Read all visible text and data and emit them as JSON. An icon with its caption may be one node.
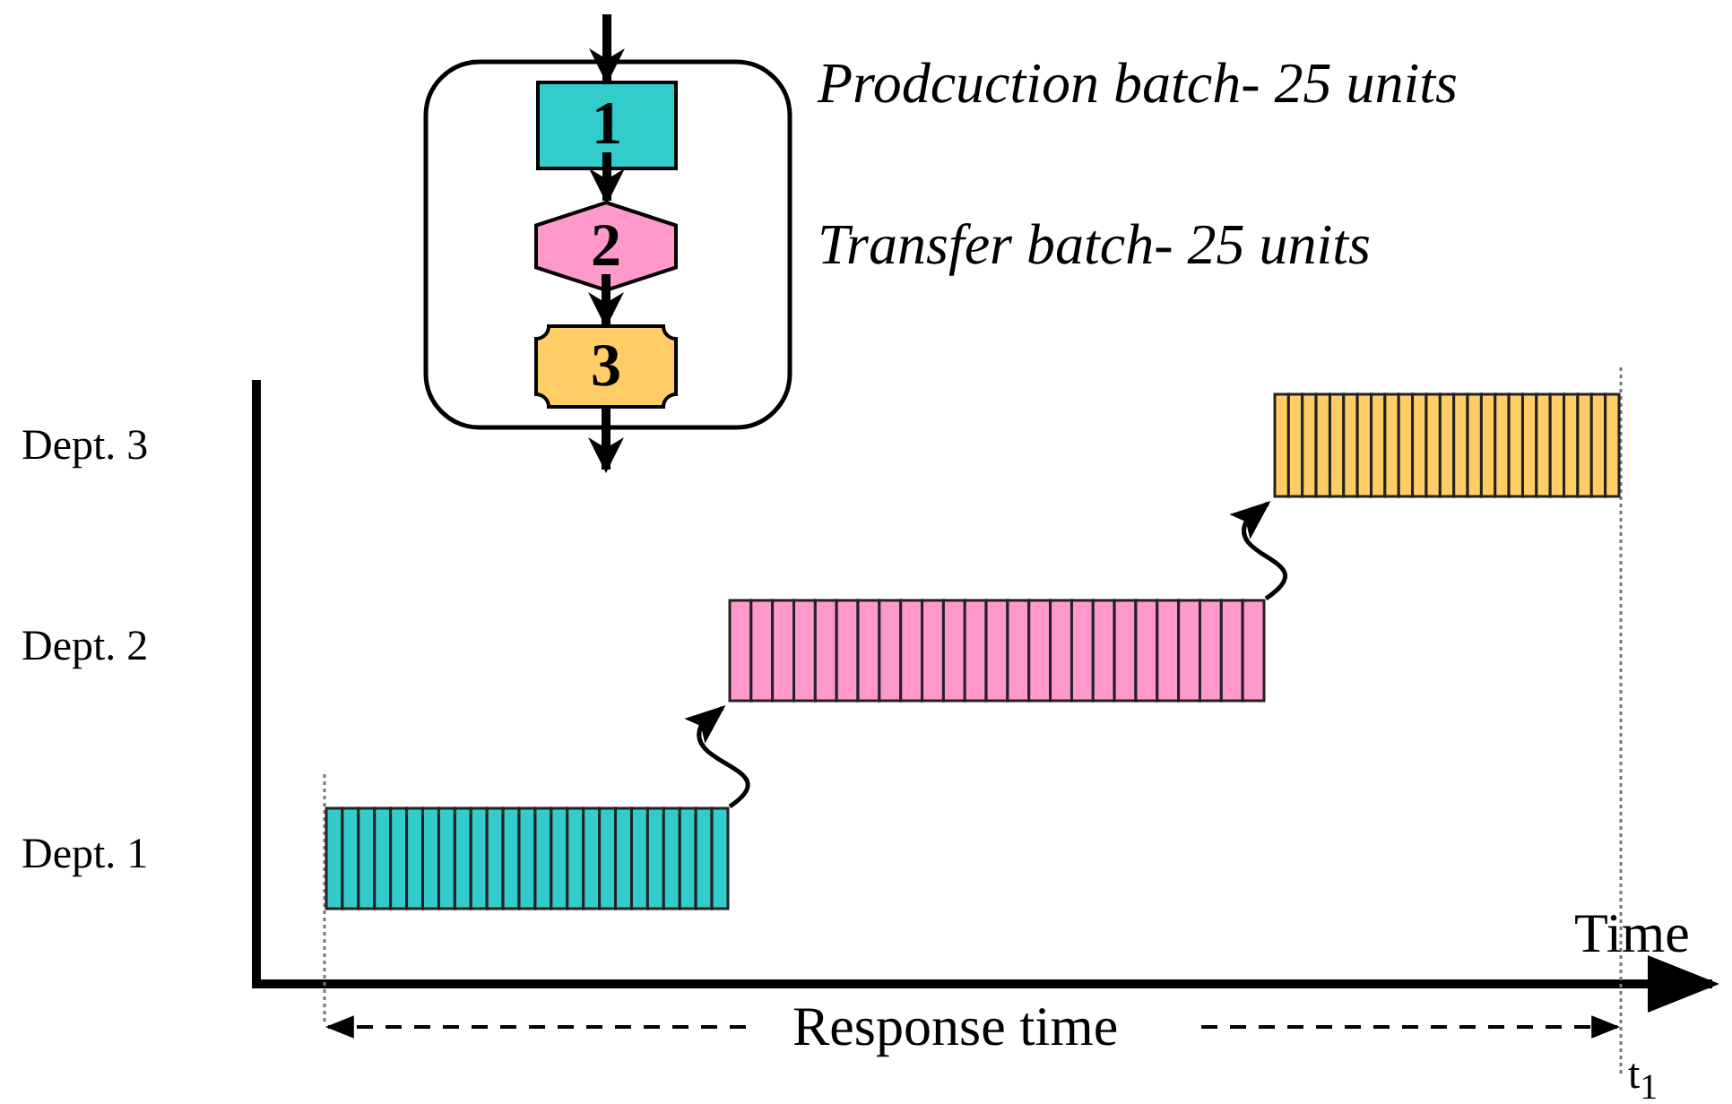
{
  "diagram": {
    "nodes": [
      {
        "text": [],
        "shape": "box"
      },
      {
        "text": [
          "1"
        ],
        "in": 0
      },
      {
        "text": [
          "2"
        ],
        "in": 0
      },
      {
        "text": [
          "3"
        ],
        "in": 0
      },
      {
        "text": [],
        "shape": "bar"
      },
      {
        "text": [],
        "shape": "bar"
      },
      {
        "text": [],
        "shape": "bar"
      }
    ],
    "edges": [
      {
        "from": null,
        "to": 1,
        "arrow": "to"
      },
      {
        "from": 1,
        "to": 2,
        "arrow": "to"
      },
      {
        "from": 2,
        "to": 3,
        "arrow": "to"
      },
      {
        "from": 3,
        "to": null,
        "arrow": "to"
      },
      {
        "from": 4,
        "to": 5,
        "arrow": "to"
      },
      {
        "from": 5,
        "to": 6,
        "arrow": "to"
      }
    ],
    "labels": [
      "Prodcuction batch- 25 units",
      "Transfer batch- 25 units",
      "Dept. 3",
      "Dept. 2",
      "Dept. 1",
      "Time",
      "Response time",
      "t$_{1}$"
    ]
  }
}
